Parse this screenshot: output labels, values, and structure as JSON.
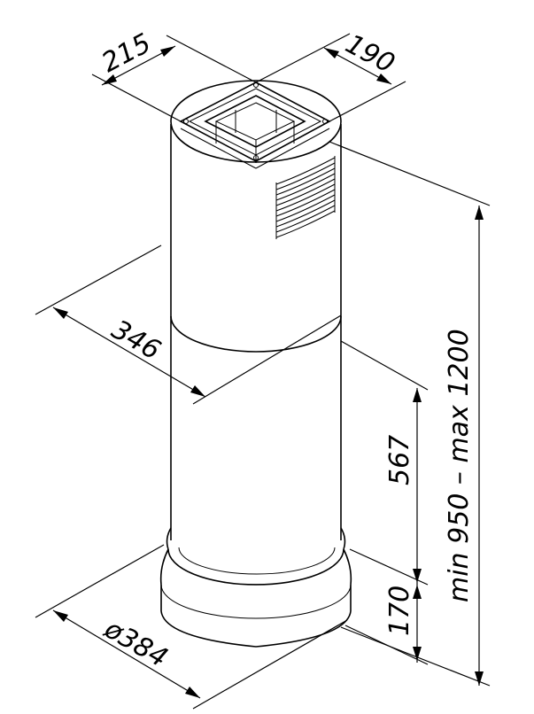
{
  "dimensions": {
    "top_width": "215",
    "top_depth": "190",
    "chimney_diameter": "346",
    "height_range": "min 950 – max 1200",
    "lower_section": "567",
    "base_height": "170",
    "base_diameter": "ø384"
  },
  "colors": {
    "line": "#000000",
    "background": "#ffffff"
  }
}
